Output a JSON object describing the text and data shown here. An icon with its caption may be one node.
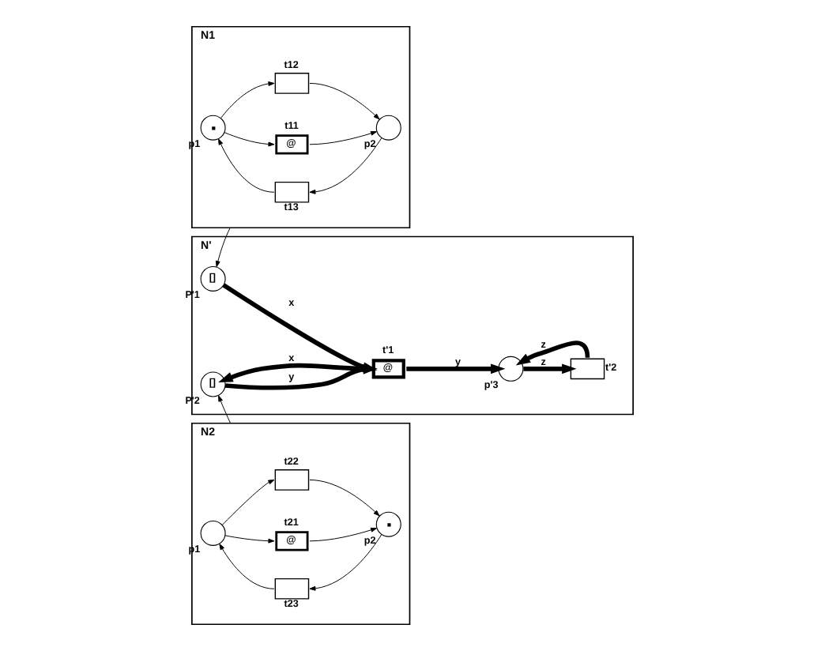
{
  "diagram": {
    "nodes": [
      {
        "text": [
          "N1"
        ]
      },
      {
        "text": [
          "p1"
        ],
        "in": 0
      },
      {
        "text": [
          "t12"
        ],
        "in": 0
      },
      {
        "text": [
          "t11",
          "@"
        ],
        "in": 0
      },
      {
        "text": [
          "p2"
        ],
        "in": 0
      },
      {
        "text": [
          "t13"
        ],
        "in": 0
      },
      {
        "text": [
          "N'"
        ]
      },
      {
        "text": [
          "P'1",
          "[]"
        ],
        "in": 6
      },
      {
        "text": [
          "t'1",
          "@"
        ],
        "in": 6
      },
      {
        "text": [
          "P'2",
          "[]"
        ],
        "in": 6
      },
      {
        "text": [
          "p'3"
        ],
        "in": 6
      },
      {
        "text": [
          "t'2"
        ],
        "in": 6
      },
      {
        "text": [
          "N2"
        ]
      },
      {
        "text": [
          "p1"
        ],
        "in": 12
      },
      {
        "text": [
          "t22"
        ],
        "in": 12
      },
      {
        "text": [
          "t21",
          "@"
        ],
        "in": 12
      },
      {
        "text": [
          "p2"
        ],
        "in": 12
      },
      {
        "text": [
          "t23"
        ],
        "in": 12
      }
    ],
    "edges": [
      {
        "from": 1,
        "to": 2,
        "arrow": "to"
      },
      {
        "from": 1,
        "to": 3,
        "arrow": "to"
      },
      {
        "from": 2,
        "to": 4,
        "arrow": "to"
      },
      {
        "from": 3,
        "to": 4,
        "arrow": "to"
      },
      {
        "from": 4,
        "to": 5,
        "arrow": "to"
      },
      {
        "from": 5,
        "to": 1,
        "arrow": "to"
      },
      {
        "from": 0,
        "to": 7,
        "arrow": "to"
      },
      {
        "from": 7,
        "to": 8,
        "arrow": "to",
        "label": "x",
        "style": "thick"
      },
      {
        "from": 8,
        "to": 9,
        "arrow": "to",
        "label": "x",
        "style": "thick"
      },
      {
        "from": 9,
        "to": 8,
        "arrow": "to",
        "label": "y",
        "style": "thick"
      },
      {
        "from": 8,
        "to": 10,
        "arrow": "to",
        "label": "y",
        "style": "thick"
      },
      {
        "from": 11,
        "to": 10,
        "arrow": "to",
        "label": "z",
        "style": "thick"
      },
      {
        "from": 10,
        "to": 11,
        "arrow": "to",
        "label": "z",
        "style": "thick"
      },
      {
        "from": 12,
        "to": 9,
        "arrow": "to"
      },
      {
        "from": 13,
        "to": 14,
        "arrow": "to"
      },
      {
        "from": 13,
        "to": 15,
        "arrow": "to"
      },
      {
        "from": 14,
        "to": 16,
        "arrow": "to"
      },
      {
        "from": 15,
        "to": 16,
        "arrow": "to"
      },
      {
        "from": 16,
        "to": 17,
        "arrow": "to"
      },
      {
        "from": 17,
        "to": 13,
        "arrow": "to"
      }
    ]
  }
}
